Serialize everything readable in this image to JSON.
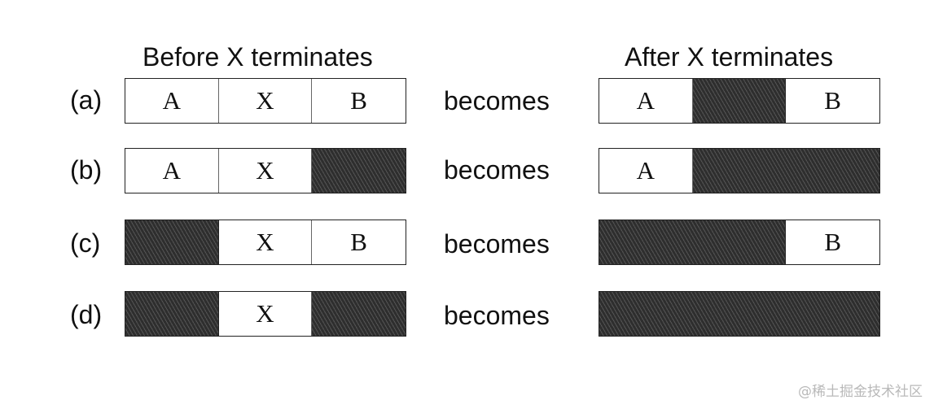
{
  "headers": {
    "before": "Before X terminates",
    "after": "After X terminates"
  },
  "connector": "becomes",
  "rows": [
    {
      "label": "(a)",
      "before": [
        {
          "text": "A",
          "hole": false
        },
        {
          "text": "X",
          "hole": false
        },
        {
          "text": "B",
          "hole": false
        }
      ],
      "after": [
        {
          "text": "A",
          "hole": false,
          "units": 1
        },
        {
          "text": "",
          "hole": true,
          "units": 1
        },
        {
          "text": "B",
          "hole": false,
          "units": 1
        }
      ]
    },
    {
      "label": "(b)",
      "before": [
        {
          "text": "A",
          "hole": false
        },
        {
          "text": "X",
          "hole": false
        },
        {
          "text": "",
          "hole": true
        }
      ],
      "after": [
        {
          "text": "A",
          "hole": false,
          "units": 1
        },
        {
          "text": "",
          "hole": true,
          "units": 2
        }
      ]
    },
    {
      "label": "(c)",
      "before": [
        {
          "text": "",
          "hole": true
        },
        {
          "text": "X",
          "hole": false
        },
        {
          "text": "B",
          "hole": false
        }
      ],
      "after": [
        {
          "text": "",
          "hole": true,
          "units": 2
        },
        {
          "text": "B",
          "hole": false,
          "units": 1
        }
      ]
    },
    {
      "label": "(d)",
      "before": [
        {
          "text": "",
          "hole": true
        },
        {
          "text": "X",
          "hole": false
        },
        {
          "text": "",
          "hole": true
        }
      ],
      "after": [
        {
          "text": "",
          "hole": true,
          "units": 3
        }
      ]
    }
  ],
  "watermark": "@稀土掘金技术社区"
}
